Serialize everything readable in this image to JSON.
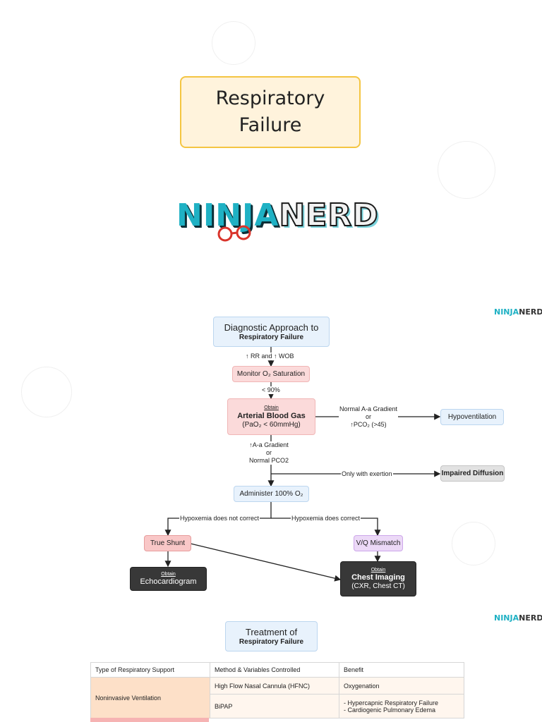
{
  "page": {
    "title_line1": "Respiratory",
    "title_line2": "Failure",
    "logo_ninja": "NINJA",
    "logo_nerd": "NERD"
  },
  "flowchart": {
    "start_line1": "Diagnostic Approach to",
    "start_line2": "Respiratory Failure",
    "edge_rr_wob": "↑ RR and ↑ WOB",
    "monitor_o2": "Monitor O₂ Saturation",
    "edge_lt90": "< 90%",
    "abg_obtain": "Obtain",
    "abg_title": "Arterial Blood Gas",
    "abg_sub": "(PaO₂ < 60mmHg)",
    "edge_normal_aa_1": "Normal A-a Gradient",
    "edge_normal_aa_2": "or",
    "edge_normal_aa_3": "↑PCO₂ (>45)",
    "hypoventilation": "Hypoventilation",
    "edge_high_aa_1": "↑A-a Gradient",
    "edge_high_aa_2": "or",
    "edge_high_aa_3": "Normal PCO2",
    "edge_exertion": "Only with exertion",
    "impaired_diffusion": "Impaired Diffusion",
    "administer_o2": "Administer 100% O₂",
    "edge_not_correct": "Hypoxemia does not correct",
    "edge_does_correct": "Hypoxemia does correct",
    "true_shunt": "True Shunt",
    "vq_mismatch": "V/Q Mismatch",
    "echo_obtain": "Obtain",
    "echo_title": "Echocardiogram",
    "imaging_obtain": "Obtain",
    "imaging_title": "Chest Imaging",
    "imaging_sub": "(CXR, Chest CT)"
  },
  "treatment": {
    "title_line1": "Treatment of",
    "title_line2": "Respiratory Failure",
    "headers": [
      "Type of Respiratory Support",
      "Method & Variables Controlled",
      "Benefit"
    ],
    "category": "Noninvasive Ventilation",
    "rows": [
      {
        "method": "High Flow Nasal Cannula (HFNC)",
        "benefit1": "Oxygenation",
        "benefit2": ""
      },
      {
        "method": "BiPAP",
        "benefit1": "- Hypercapnic Respiratory Failure",
        "benefit2": "- Cardiogenic Pulmonary Edema"
      }
    ]
  },
  "colors": {
    "title_bg": "#fff3dc",
    "title_border": "#f4c542",
    "brand_teal": "#1fb1c4",
    "node_blue": "#e8f2fc",
    "node_pink": "#fbdada",
    "node_dark": "#383838"
  }
}
